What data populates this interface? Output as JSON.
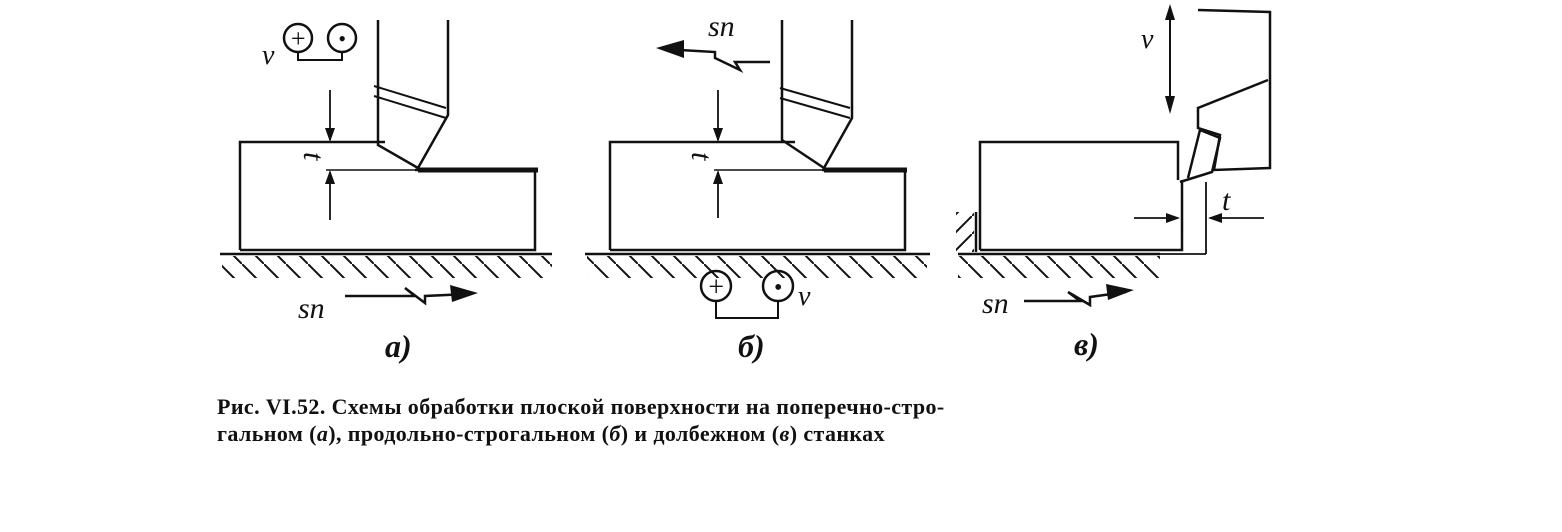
{
  "figure": {
    "panels": [
      {
        "id": "a",
        "label": "а)",
        "depth_label": "t",
        "feed_label": "sп",
        "speed_label": "v",
        "plus_symbol": "+",
        "dot_symbol": "•"
      },
      {
        "id": "b",
        "label": "б)",
        "depth_label": "t",
        "feed_label": "sп",
        "speed_label": "v",
        "plus_symbol": "+",
        "dot_symbol": "•"
      },
      {
        "id": "v",
        "label": "в)",
        "depth_label": "t",
        "feed_label": "sп",
        "speed_label": "v"
      }
    ]
  },
  "caption": {
    "line1": "Рис. VI.52. Схемы обработки плоской поверхности на поперечно-стро-",
    "line2_start": "гальном (",
    "a": "а",
    "line2_mid1": "), продольно-строгальном (",
    "b": "б",
    "line2_mid2": ") и долбежном (",
    "v": "в",
    "line2_end": ") станках"
  }
}
